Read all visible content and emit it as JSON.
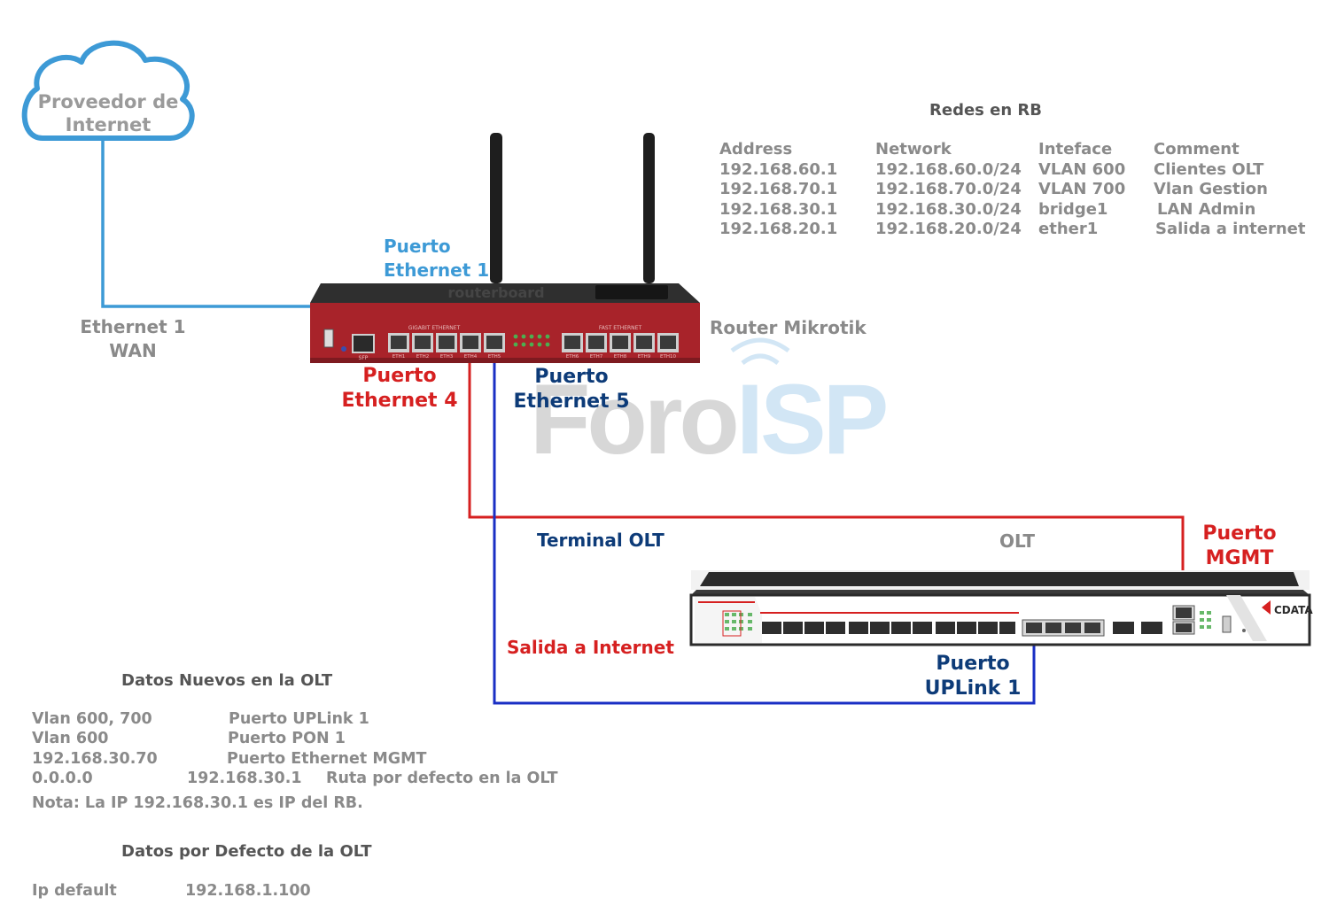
{
  "cloud": {
    "line1": "Proveedor de",
    "line2": "Internet"
  },
  "labels": {
    "eth1_wan_line1": "Ethernet 1",
    "eth1_wan_line2": "WAN",
    "puerto_eth1_line1": "Puerto",
    "puerto_eth1_line2": "Ethernet 1",
    "router_name": "Router Mikrotik",
    "puerto_eth4_line1": "Puerto",
    "puerto_eth4_line2": "Ethernet 4",
    "puerto_eth5_line1": "Puerto",
    "puerto_eth5_line2": "Ethernet 5",
    "terminal_olt": "Terminal OLT",
    "olt": "OLT",
    "puerto_mgmt_line1": "Puerto",
    "puerto_mgmt_line2": "MGMT",
    "salida_internet": "Salida a Internet",
    "puerto_uplink_line1": "Puerto",
    "puerto_uplink_line2": "UPLink 1"
  },
  "watermark": {
    "part1": "Foro",
    "part2": "ISP"
  },
  "rb_networks": {
    "title": "Redes en RB",
    "headers": [
      "Address",
      "Network",
      "Inteface",
      "Comment"
    ],
    "rows": [
      [
        "192.168.60.1",
        "192.168.60.0/24",
        "VLAN 600",
        "Clientes OLT"
      ],
      [
        "192.168.70.1",
        "192.168.70.0/24",
        "VLAN 700",
        "Vlan Gestion"
      ],
      [
        "192.168.30.1",
        "192.168.30.0/24",
        "bridge1",
        "LAN Admin"
      ],
      [
        "192.168.20.1",
        "192.168.20.0/24",
        "ether1",
        "Salida a internet"
      ]
    ]
  },
  "olt_new_data": {
    "title": "Datos Nuevos en  la OLT",
    "rows": [
      [
        "Vlan 600, 700",
        "Puerto UPLink 1"
      ],
      [
        "Vlan 600",
        "Puerto PON 1"
      ],
      [
        "192.168.30.70",
        "Puerto Ethernet MGMT"
      ],
      [
        "0.0.0.0",
        "192.168.30.1",
        "Ruta  por defecto en la OLT"
      ]
    ],
    "note": "Nota: La IP 192.168.30.1 es IP del RB."
  },
  "olt_default_data": {
    "title": "Datos por Defecto de la OLT",
    "rows": [
      [
        "Ip default",
        "192.168.1.100"
      ]
    ]
  },
  "router_port_labels": [
    "ETH1",
    "ETH2",
    "ETH3",
    "ETH4",
    "ETH5",
    "ETH6",
    "ETH7",
    "ETH8",
    "ETH9",
    "ETH10"
  ],
  "router_section_labels": {
    "gigabit": "GIGABIT ETHERNET",
    "fast": "FAST ETHERNET",
    "sfp": "SFP",
    "brand": "routerboard"
  },
  "olt_brand": "CDATA",
  "colors": {
    "wan_cable": "#3d9ad6",
    "mgmt_cable": "#d62020",
    "uplink_cable": "#1a2fc4",
    "router_body": "#a8232a",
    "olt_body": "#2b2b2b"
  }
}
